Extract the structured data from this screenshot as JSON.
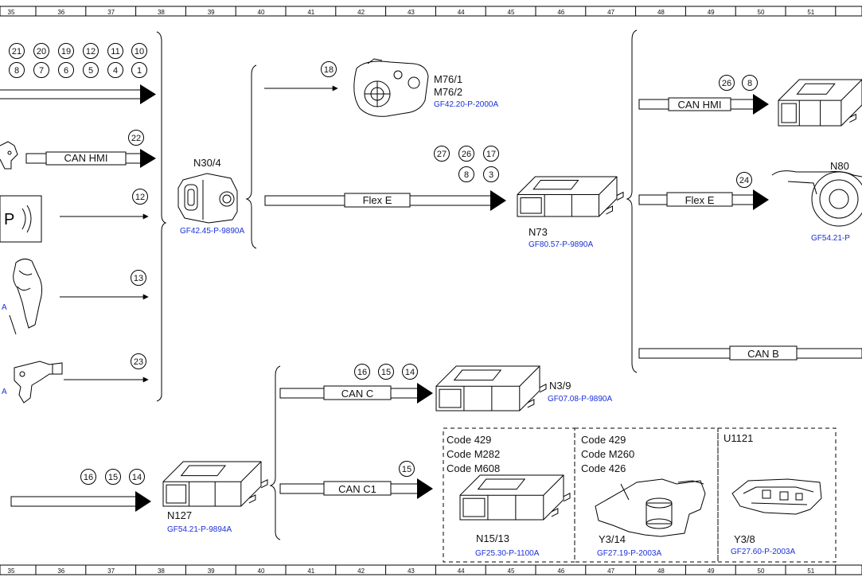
{
  "ruler": {
    "numbers": [
      "35",
      "36",
      "37",
      "38",
      "39",
      "40",
      "41",
      "42",
      "43",
      "44",
      "45",
      "46",
      "47",
      "48",
      "49",
      "50",
      "51"
    ]
  },
  "callouts": {
    "top_left_row1": [
      "21",
      "20",
      "19",
      "12",
      "11",
      "10"
    ],
    "top_left_row2": [
      "8",
      "7",
      "6",
      "5",
      "4",
      "1"
    ],
    "m76": "18",
    "can_hmi_left": "22",
    "line_12": "12",
    "line_13": "13",
    "line_23": "23",
    "flex_e_mid_row1": [
      "27",
      "26",
      "17"
    ],
    "flex_e_mid_row2": [
      "8",
      "3"
    ],
    "can_hmi_right": [
      "26",
      "8"
    ],
    "flex_e_right": "24",
    "can_c": [
      "16",
      "15",
      "14"
    ],
    "n127": [
      "16",
      "15",
      "14"
    ],
    "can_c1": "15"
  },
  "buses": {
    "can_hmi": "CAN HMI",
    "flex_e": "Flex E",
    "can_b": "CAN B",
    "can_c": "CAN C",
    "can_c1": "CAN C1"
  },
  "components": {
    "m76": {
      "label1": "M76/1",
      "label2": "M76/2",
      "ref": "GF42.20-P-2000A"
    },
    "n30_4": {
      "label": "N30/4",
      "ref": "GF42.45-P-9890A"
    },
    "n73": {
      "label": "N73",
      "ref": "GF80.57-P-9890A"
    },
    "n80": {
      "label": "N80",
      "ref": "GF54.21-P"
    },
    "n3_9": {
      "label": "N3/9",
      "ref": "GF07.08-P-9890A"
    },
    "n127": {
      "label": "N127",
      "ref": "GF54.21-P-9894A"
    },
    "n15_13": {
      "label": "N15/13",
      "ref": "GF25.30-P-1100A",
      "codes": [
        "Code 429",
        "Code M282",
        "Code M608"
      ]
    },
    "y3_14": {
      "label": "Y3/14",
      "ref": "GF27.19-P-2003A",
      "codes": [
        "Code 429",
        "Code M260",
        "Code 426"
      ]
    },
    "y3_8": {
      "label": "Y3/8",
      "ref": "GF27.60-P-2003A",
      "codes": [
        "U1121"
      ]
    }
  },
  "left_edge_refs": [
    "A",
    "A"
  ]
}
